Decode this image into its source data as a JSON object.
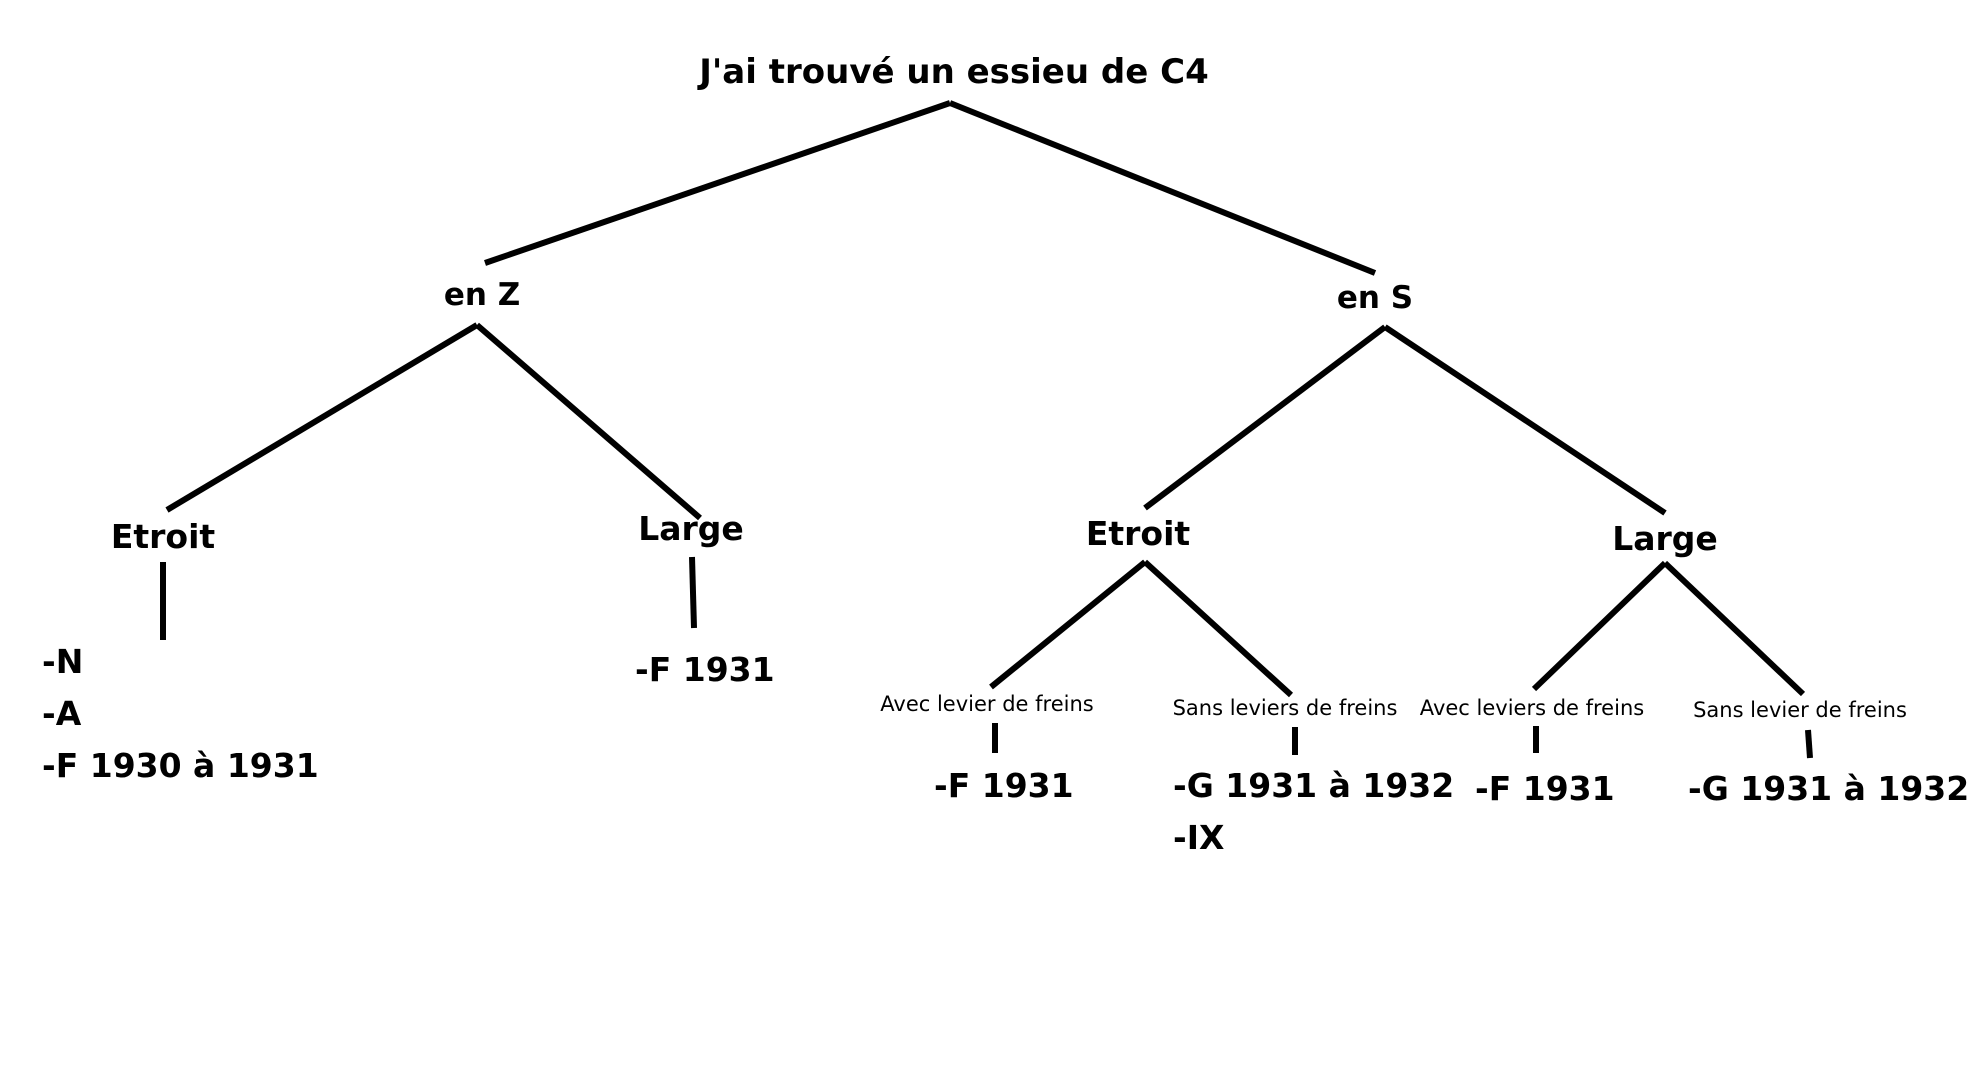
{
  "tree": {
    "root": "J'ai trouvé un essieu de C4",
    "branches": [
      {
        "label": "en Z",
        "children": [
          {
            "label": "Etroit",
            "models": [
              "-N",
              "-A",
              "-F 1930 à 1931"
            ]
          },
          {
            "label": "Large",
            "models": [
              "-F 1931"
            ]
          }
        ]
      },
      {
        "label": "en S",
        "children": [
          {
            "label": "Etroit",
            "children": [
              {
                "label": "Avec levier de freins",
                "models": [
                  "-F 1931"
                ]
              },
              {
                "label": "Sans leviers de freins",
                "models": [
                  "-G 1931 à 1932",
                  "-IX"
                ]
              }
            ]
          },
          {
            "label": "Large",
            "children": [
              {
                "label": "Avec leviers de freins",
                "models": [
                  "-F 1931"
                ]
              },
              {
                "label": "Sans levier de freins",
                "models": [
                  "-G 1931 à 1932"
                ]
              }
            ]
          }
        ]
      }
    ]
  }
}
